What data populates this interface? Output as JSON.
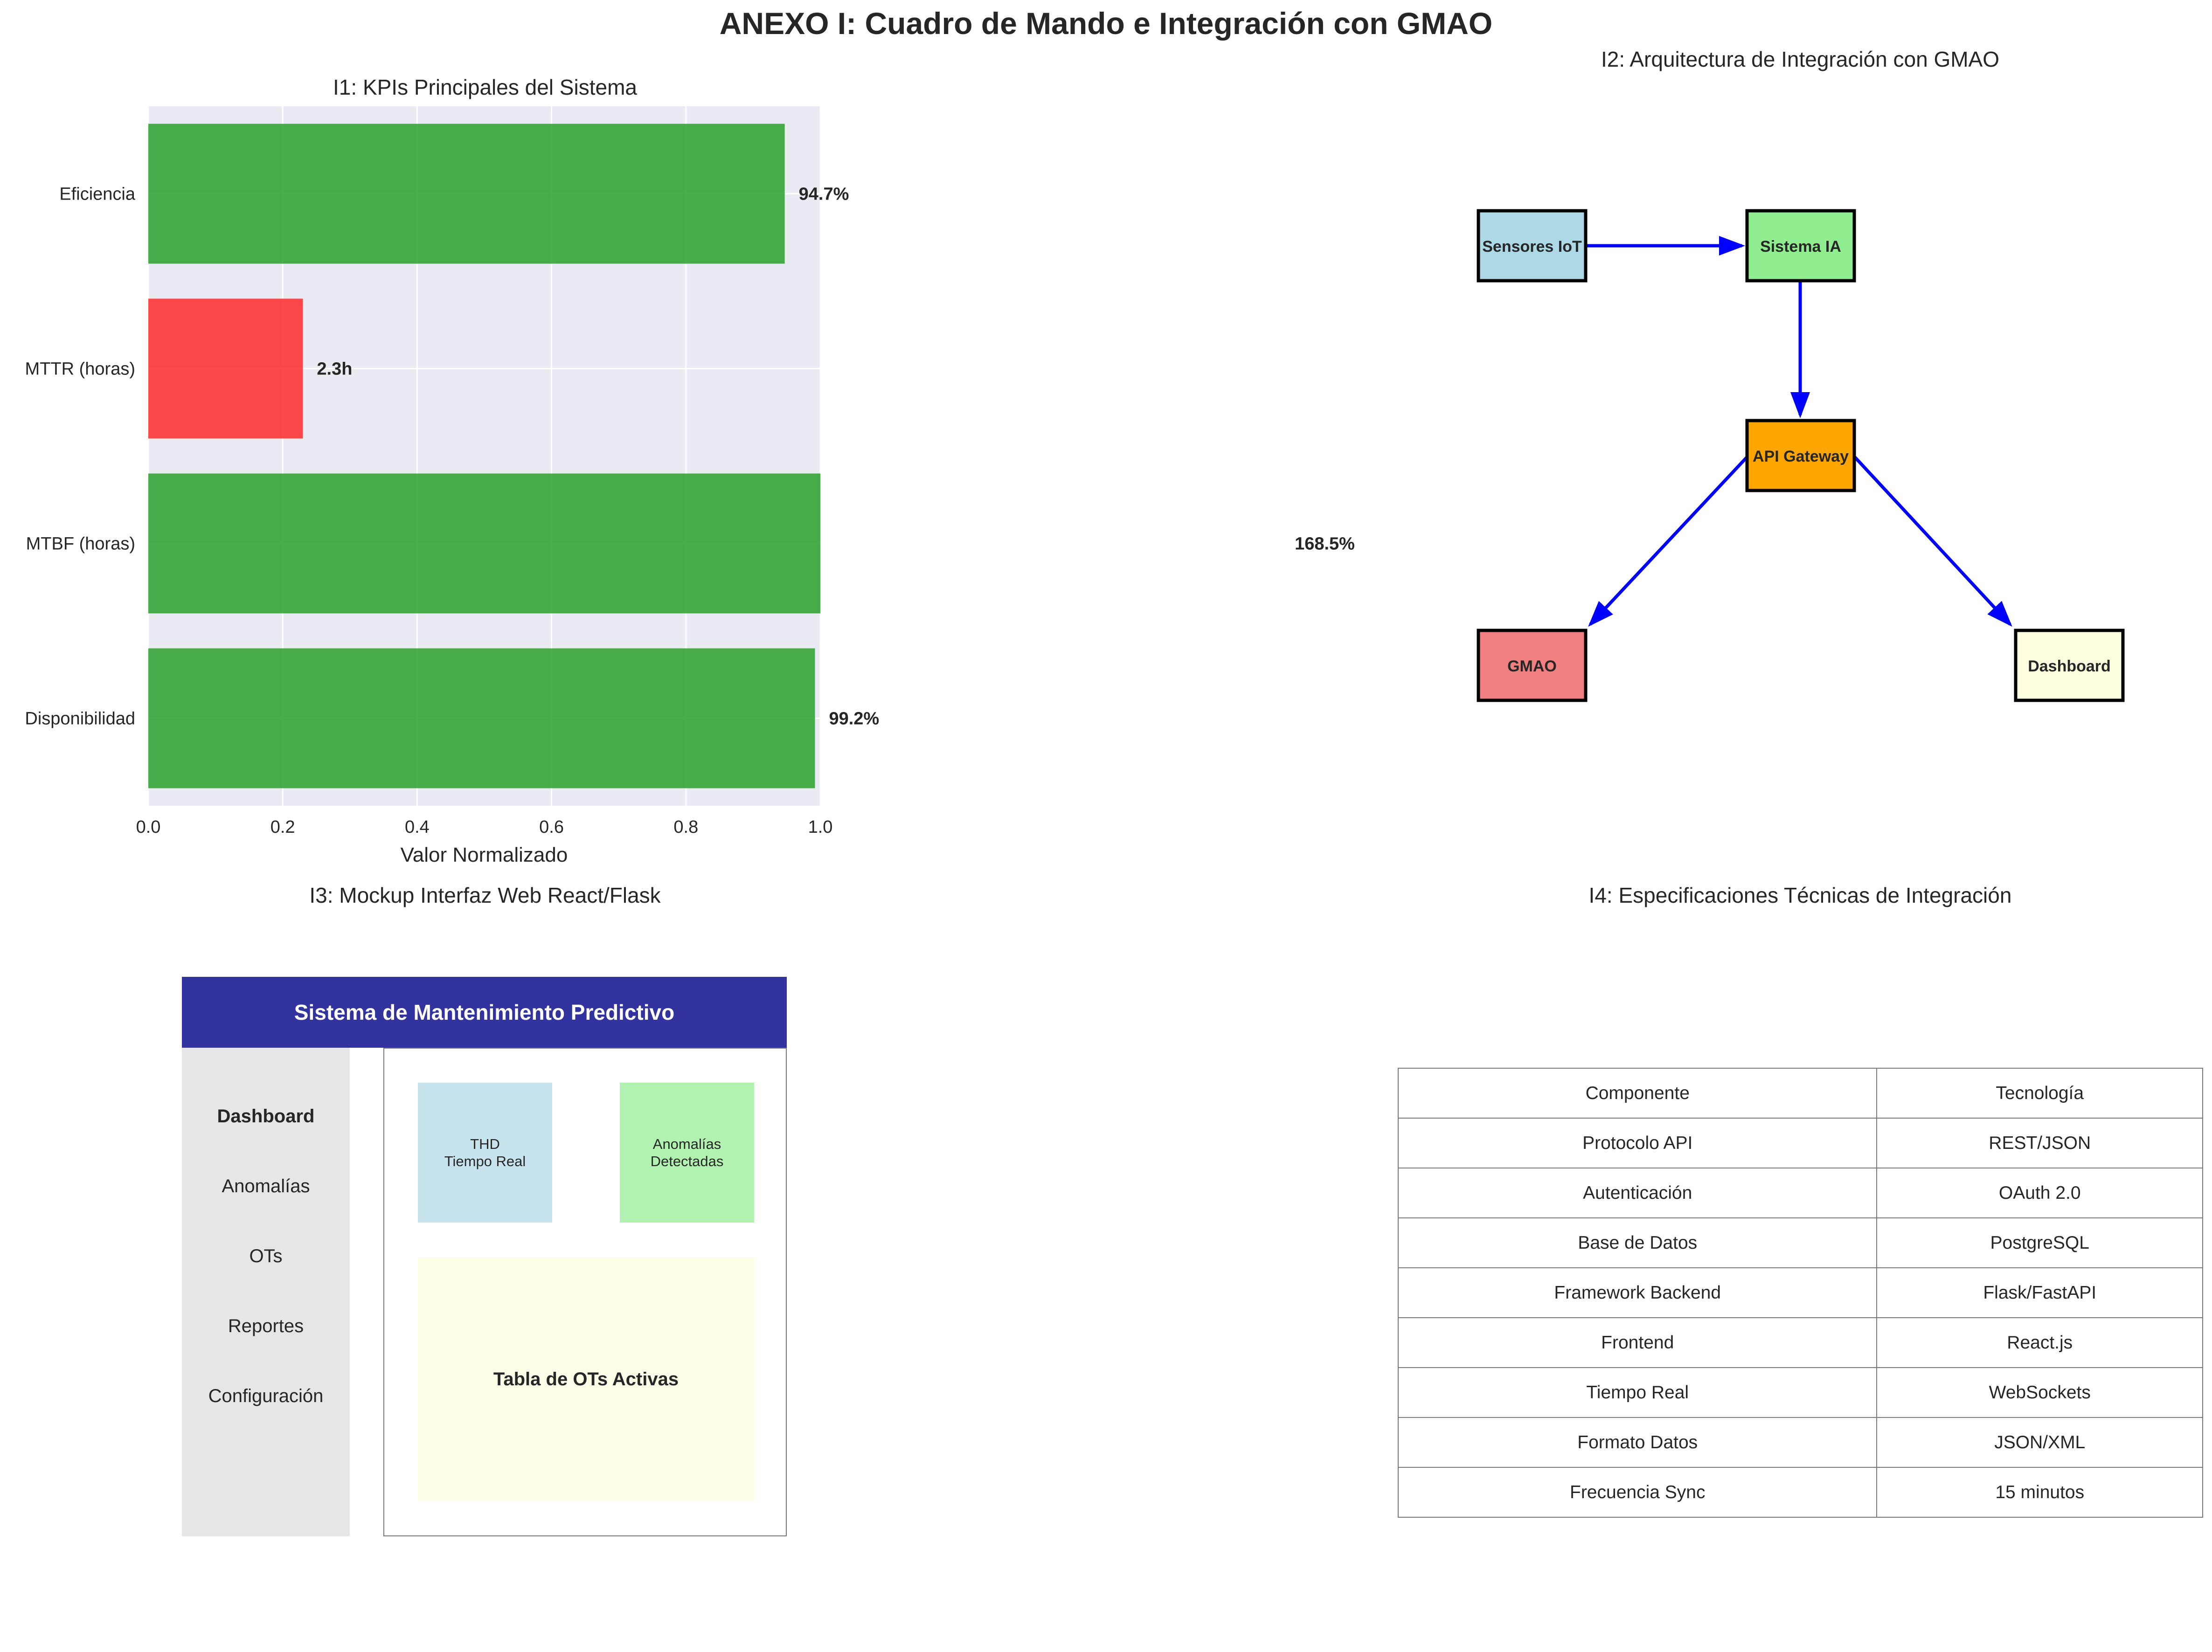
{
  "page": {
    "title": "ANEXO I: Cuadro de Mando e Integración con GMAO"
  },
  "panels": {
    "i1_title": "I1: KPIs Principales del Sistema",
    "i2_title": "I2: Arquitectura de Integración con GMAO",
    "i3_title": "I3: Mockup Interfaz Web React/Flask",
    "i4_title": "I4: Especificaciones Técnicas de Integración"
  },
  "chart_data": {
    "type": "bar",
    "orientation": "horizontal",
    "title": "I1: KPIs Principales del Sistema",
    "xlabel": "Valor Normalizado",
    "ylabel": "",
    "xlim": [
      0,
      1.0
    ],
    "xticks": [
      "0.0",
      "0.2",
      "0.4",
      "0.6",
      "0.8",
      "1.0"
    ],
    "grid": true,
    "categories": [
      "Disponibilidad",
      "MTBF (horas)",
      "MTTR (horas)",
      "Eficiencia"
    ],
    "values": [
      0.992,
      1.685,
      0.23,
      0.947
    ],
    "labels": [
      "99.2%",
      "168.5%",
      "2.3h",
      "94.7%"
    ],
    "colors": [
      "#2ca02c",
      "#2ca02c",
      "#ff2a2a",
      "#2ca02c"
    ]
  },
  "architecture": {
    "nodes": [
      {
        "id": "sensores",
        "label": "Sensores IoT",
        "color": "#add8e6"
      },
      {
        "id": "ia",
        "label": "Sistema IA",
        "color": "#90ee90"
      },
      {
        "id": "api",
        "label": "API Gateway",
        "color": "#ffa500"
      },
      {
        "id": "gmao",
        "label": "GMAO",
        "color": "#f08080"
      },
      {
        "id": "dashboard",
        "label": "Dashboard",
        "color": "#ffffe0"
      }
    ],
    "edges": [
      {
        "from": "sensores",
        "to": "ia"
      },
      {
        "from": "ia",
        "to": "api"
      },
      {
        "from": "api",
        "to": "gmao"
      },
      {
        "from": "api",
        "to": "dashboard"
      }
    ],
    "arrow_color": "#0000ff"
  },
  "mockup": {
    "header": "Sistema de Mantenimiento Predictivo",
    "header_color": "#3333a0",
    "sidebar": [
      "Dashboard",
      "Anomalías",
      "OTs",
      "Reportes",
      "Configuración"
    ],
    "card_thd_line1": "THD",
    "card_thd_line2": "Tiempo Real",
    "card_anom_line1": "Anomalías",
    "card_anom_line2": "Detectadas",
    "table_label": "Tabla de OTs Activas"
  },
  "specs": {
    "header": [
      "Componente",
      "Tecnología"
    ],
    "rows": [
      [
        "Protocolo API",
        "REST/JSON"
      ],
      [
        "Autenticación",
        "OAuth 2.0"
      ],
      [
        "Base de Datos",
        "PostgreSQL"
      ],
      [
        "Framework Backend",
        "Flask/FastAPI"
      ],
      [
        "Frontend",
        "React.js"
      ],
      [
        "Tiempo Real",
        "WebSockets"
      ],
      [
        "Formato Datos",
        "JSON/XML"
      ],
      [
        "Frecuencia Sync",
        "15 minutos"
      ]
    ]
  }
}
